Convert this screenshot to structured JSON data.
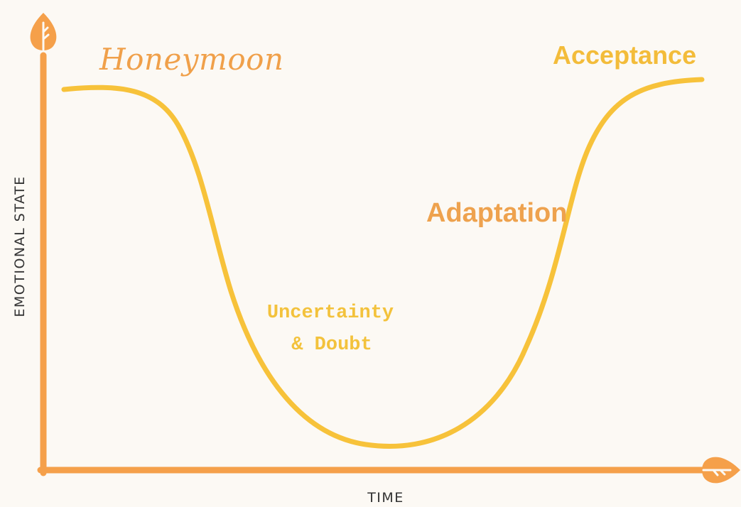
{
  "diagram": {
    "y_axis_label": "EMOTIONAL STATE",
    "x_axis_label": "TIME",
    "stages": {
      "honeymoon": "Honeymoon",
      "uncertainty_line1": "Uncertainty",
      "uncertainty_line2": "& Doubt",
      "adaptation": "Adaptation",
      "acceptance": "Acceptance"
    },
    "icons": {
      "y_axis_end": "leaf-icon",
      "x_axis_end": "leaf-icon"
    },
    "colors": {
      "axis": "#f5a04a",
      "curve": "#f7c23a",
      "honeymoon": "#f0a04a",
      "uncertainty": "#f3c23c",
      "adaptation": "#eea24e",
      "acceptance": "#f3bc3a",
      "label_text": "#333333",
      "background": "#fcf9f4"
    }
  }
}
